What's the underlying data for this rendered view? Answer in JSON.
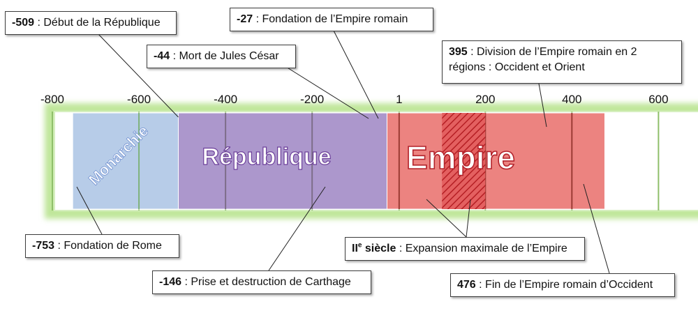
{
  "timeline": {
    "axis_min": -800,
    "axis_max": 680,
    "ticks": [
      {
        "value": -800,
        "label": "-800"
      },
      {
        "value": -600,
        "label": "-600"
      },
      {
        "value": -400,
        "label": "-400"
      },
      {
        "value": -200,
        "label": "-200"
      },
      {
        "value": 1,
        "label": "1"
      },
      {
        "value": 200,
        "label": "200"
      },
      {
        "value": 400,
        "label": "400"
      },
      {
        "value": 600,
        "label": "600"
      }
    ],
    "periods": [
      {
        "label": "Monarchie",
        "start": -753,
        "end": -509,
        "color": "#b7cce8"
      },
      {
        "label": "République",
        "start": -509,
        "end": -27,
        "color": "#ac97cc"
      },
      {
        "label": "Empire",
        "start": -27,
        "end": 476,
        "color": "#ec8380"
      }
    ],
    "expansion": {
      "start": 100,
      "end": 200
    },
    "colors": {
      "band_glow": "#bfe69a",
      "grid": "#8fbf6a",
      "label_text": "#ffffff"
    }
  },
  "events": [
    {
      "id": "e509",
      "year": "-509",
      "text": " : Début de la République"
    },
    {
      "id": "e27",
      "year": "-27",
      "text": " : Fondation de l’Empire romain"
    },
    {
      "id": "e44",
      "year": "-44",
      "text": " : Mort de Jules César"
    },
    {
      "id": "e395",
      "year": "395",
      "text": " : Division de l’Empire romain en 2 régions : Occident et Orient"
    },
    {
      "id": "e753",
      "year": "-753",
      "text": " : Fondation de Rome"
    },
    {
      "id": "e146",
      "year": "-146",
      "text": " : Prise et destruction de Carthage"
    },
    {
      "id": "e2s",
      "year": "II",
      "year_sup": "e",
      "year_suffix": " siècle",
      "text": " : Expansion maximale de l’Empire"
    },
    {
      "id": "e476",
      "year": "476",
      "text": " : Fin de l’Empire romain d’Occident"
    }
  ]
}
